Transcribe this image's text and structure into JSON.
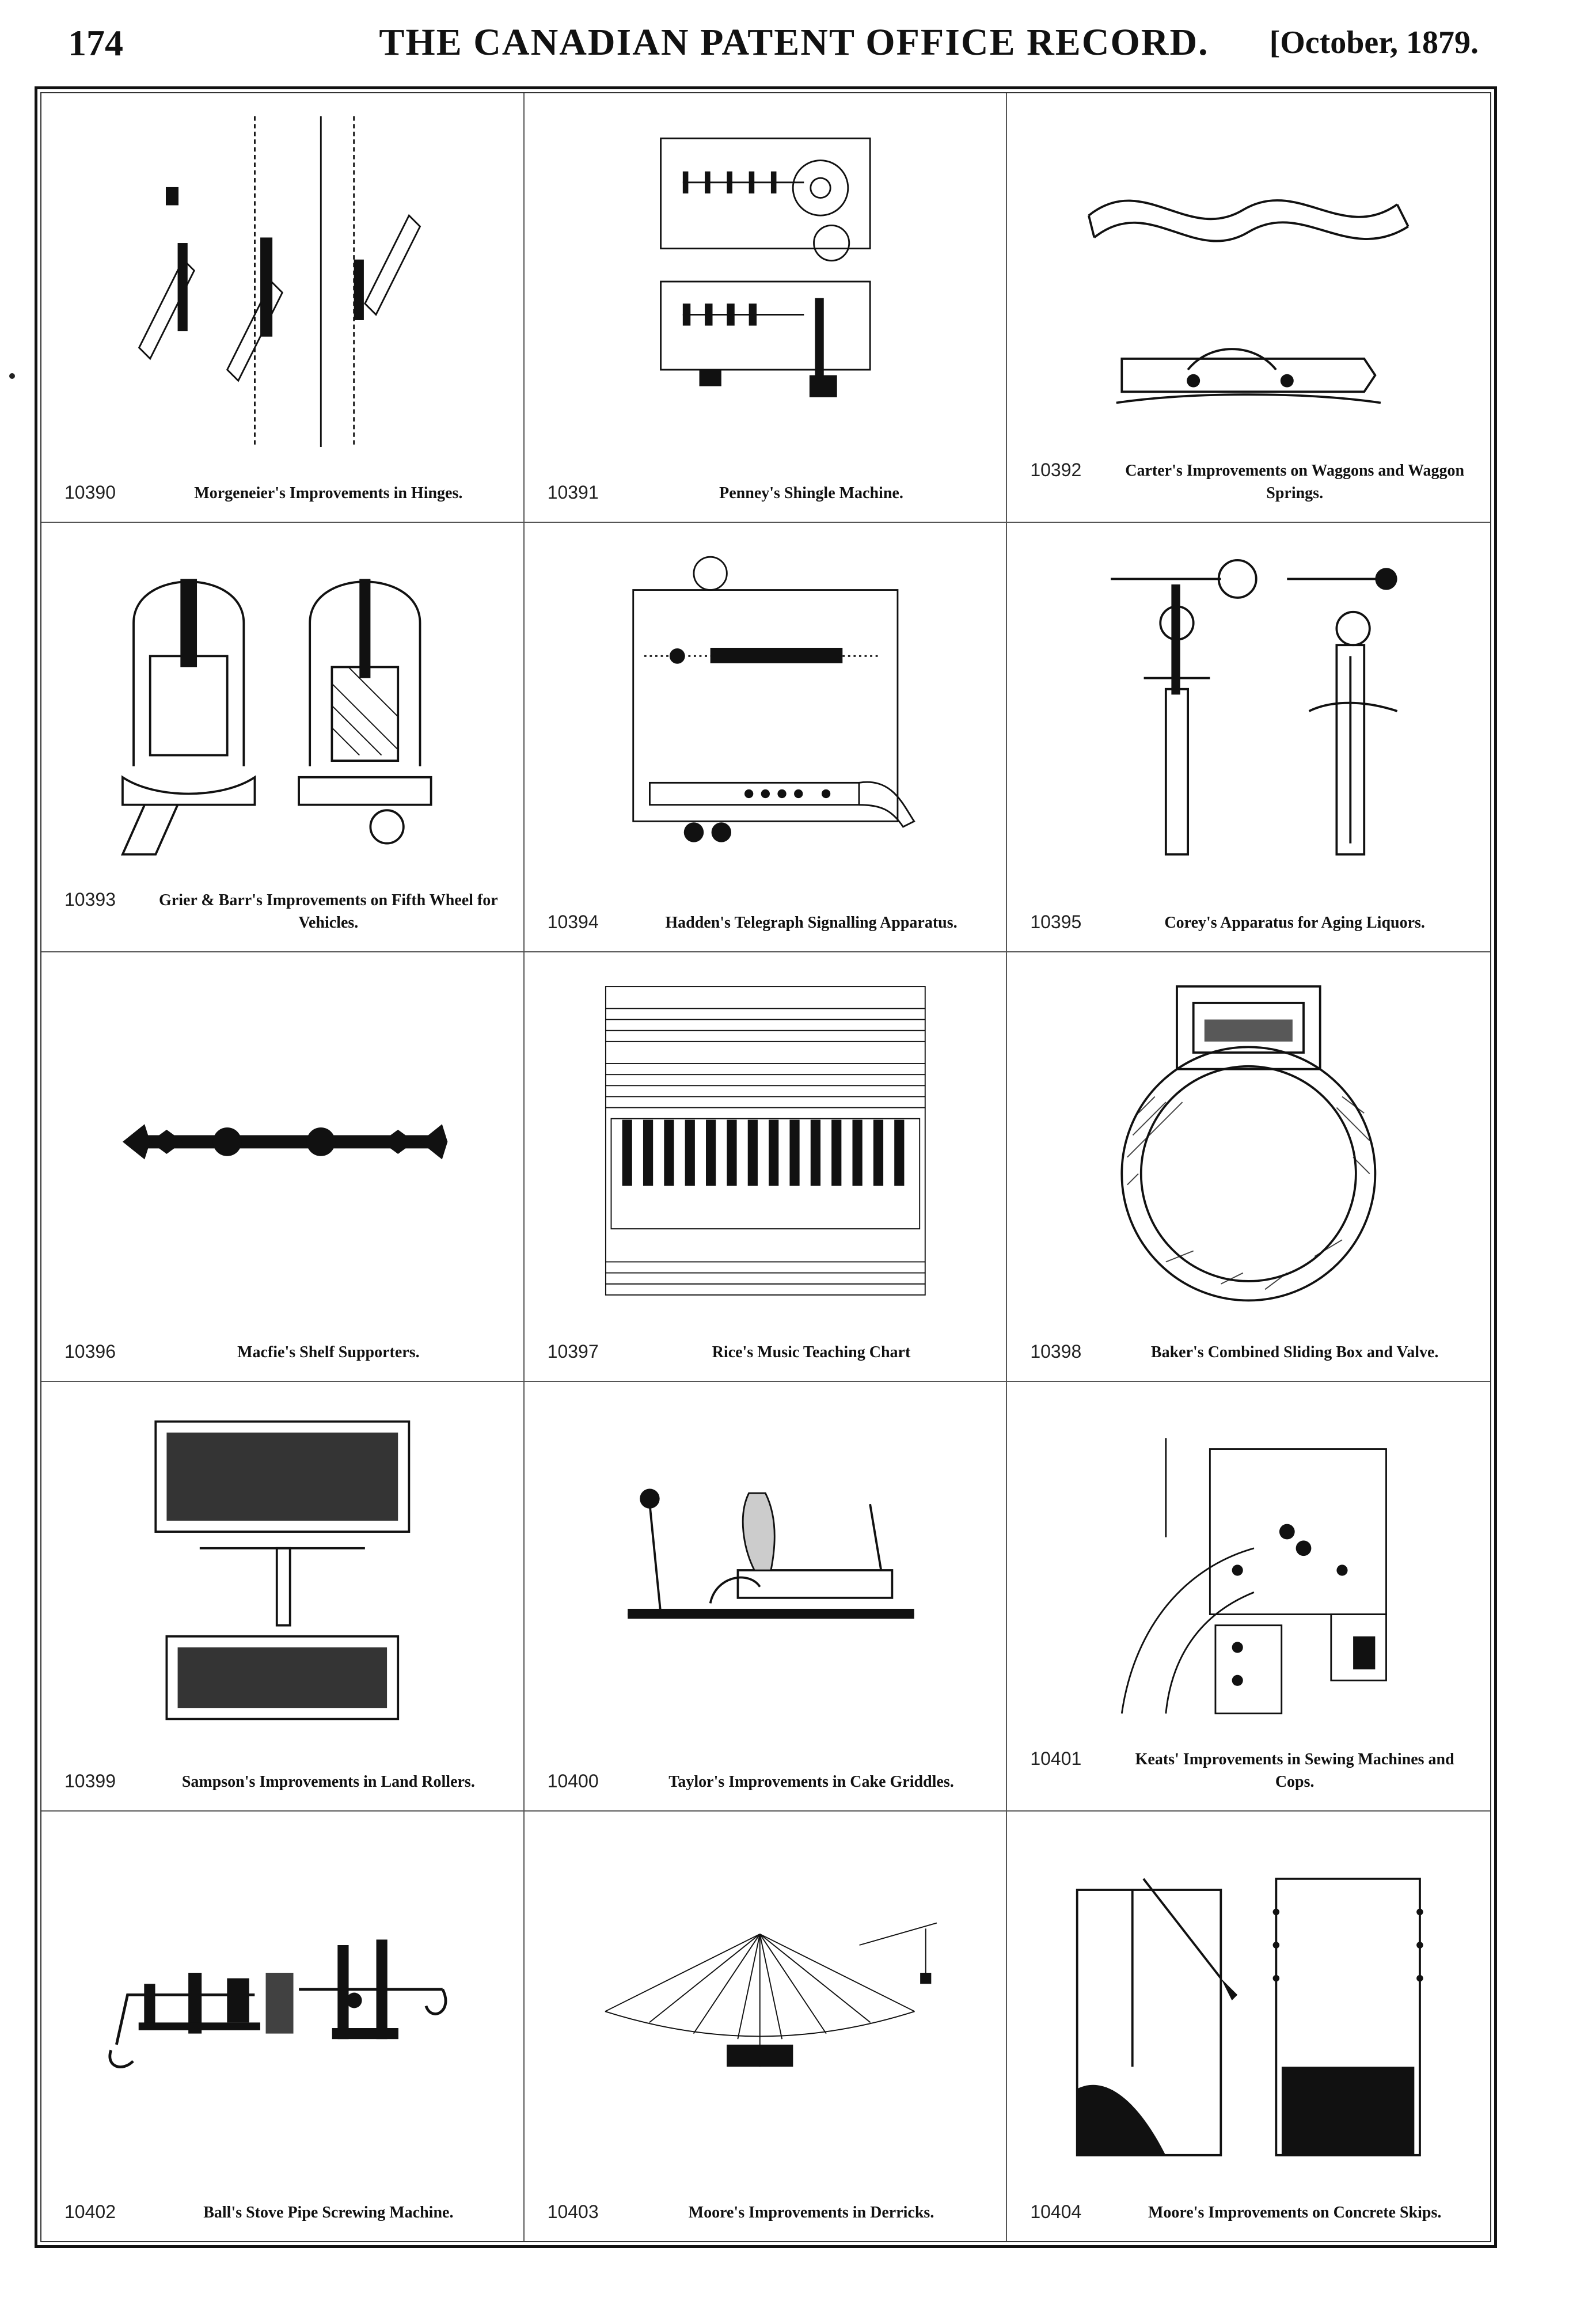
{
  "header": {
    "page_number": "174",
    "title": "THE CANADIAN PATENT OFFICE RECORD.",
    "date": "[October, 1879."
  },
  "patents": [
    {
      "number": "10390",
      "caption": "Morgeneier's Improvements in Hinges.",
      "icon": "hinge-drawing-icon"
    },
    {
      "number": "10391",
      "caption": "Penney's Shingle Machine.",
      "icon": "shingle-machine-drawing-icon"
    },
    {
      "number": "10392",
      "caption": "Carter's Improvements on Waggons and Waggon Springs.",
      "icon": "waggon-spring-drawing-icon"
    },
    {
      "number": "10393",
      "caption": "Grier & Barr's Improvements on Fifth Wheel for Vehicles.",
      "icon": "fifth-wheel-drawing-icon"
    },
    {
      "number": "10394",
      "caption": "Hadden's Telegraph Signalling Apparatus.",
      "icon": "telegraph-apparatus-drawing-icon"
    },
    {
      "number": "10395",
      "caption": "Corey's Apparatus for Aging Liquors.",
      "icon": "liquor-aging-apparatus-drawing-icon"
    },
    {
      "number": "10396",
      "caption": "Macfie's Shelf Supporters.",
      "icon": "shelf-supporter-drawing-icon"
    },
    {
      "number": "10397",
      "caption": "Rice's Music Teaching Chart",
      "icon": "music-chart-drawing-icon"
    },
    {
      "number": "10398",
      "caption": "Baker's Combined Sliding Box and Valve.",
      "icon": "sliding-box-valve-drawing-icon"
    },
    {
      "number": "10399",
      "caption": "Sampson's Improvements in Land Rollers.",
      "icon": "land-roller-drawing-icon"
    },
    {
      "number": "10400",
      "caption": "Taylor's Improvements in Cake Griddles.",
      "icon": "cake-griddle-drawing-icon"
    },
    {
      "number": "10401",
      "caption": "Keats' Improvements in Sewing Machines and Cops.",
      "icon": "sewing-machine-drawing-icon"
    },
    {
      "number": "10402",
      "caption": "Ball's Stove Pipe Screwing Machine.",
      "icon": "stove-pipe-machine-drawing-icon"
    },
    {
      "number": "10403",
      "caption": "Moore's Improvements in Derricks.",
      "icon": "derrick-drawing-icon"
    },
    {
      "number": "10404",
      "caption": "Moore's Improvements on Concrete Skips.",
      "icon": "concrete-skip-drawing-icon"
    }
  ]
}
